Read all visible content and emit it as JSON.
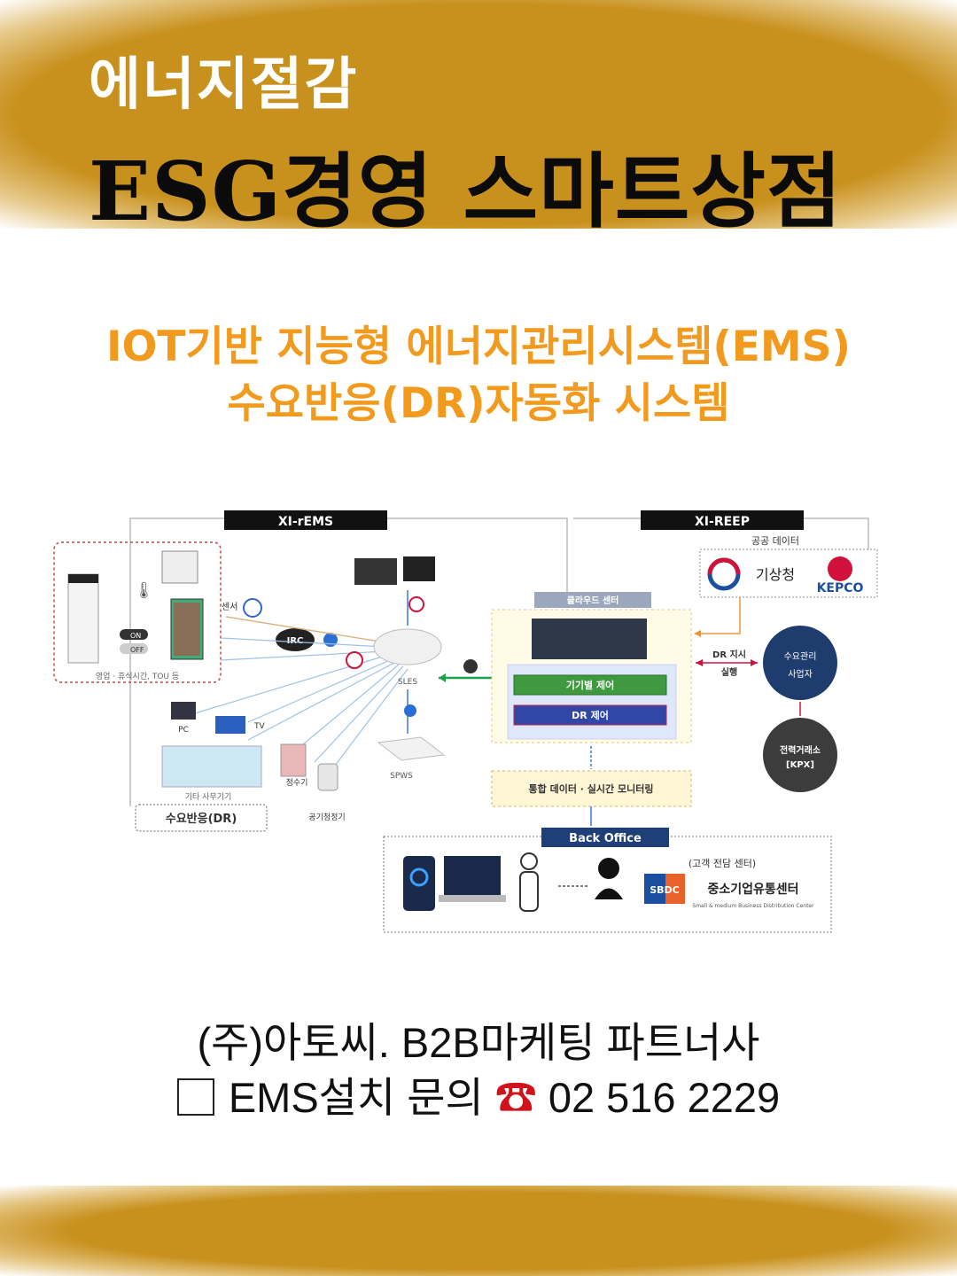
{
  "header": {
    "line1": "에너지절감",
    "line2": "ESG경영 스마트상점"
  },
  "subtitle": {
    "line1": "IOT기반 지능형 에너지관리시스템(EMS)",
    "line2": "수요반응(DR)자동화 시스템"
  },
  "diagram": {
    "xi_rems": "XI-rEMS",
    "xi_reep": "XI-REEP",
    "public_data": "공공 데이터",
    "kma": "기상청",
    "kepco": "KEPCO",
    "cloud_center": "클라우드 센터",
    "device_control": "기기별 제어",
    "dr_control": "DR 제어",
    "integrated_monitoring": "통합 데이터 · 실시간 모니터링",
    "dr_order": "DR 지시",
    "execute": "실행",
    "demand_manager": "수요관리 사업자",
    "kpx": "전력거래소 [KPX]",
    "sensor": "센서",
    "irc": "IRC",
    "on": "ON",
    "off": "OFF",
    "sles": "SLES",
    "spws": "SPWS",
    "business_hours": "영업 · 휴식시간, TOU 등",
    "pc": "PC",
    "tv": "TV",
    "water_purifier": "정수기",
    "air_purifier": "공기청정기",
    "other_office": "기타 사무기기",
    "dr_demand": "수요반응(DR)",
    "back_office": "Back Office",
    "customer_center": "(고객 전담 센터)",
    "sbdc": "SBDC",
    "sbdc_name": "중소기업유통센터",
    "sbdc_en": "Small & medium Business Distribution Center"
  },
  "footer": {
    "line1": "(주)아토씨.  B2B마케팅 파트너사",
    "contact_label": "EMS설치 문의",
    "phone_icon": "☎",
    "phone": "02 516 2229"
  },
  "colors": {
    "band": "#c8901c",
    "subtitle": "#f29a1e",
    "header_dark": "#0b0b0b"
  }
}
